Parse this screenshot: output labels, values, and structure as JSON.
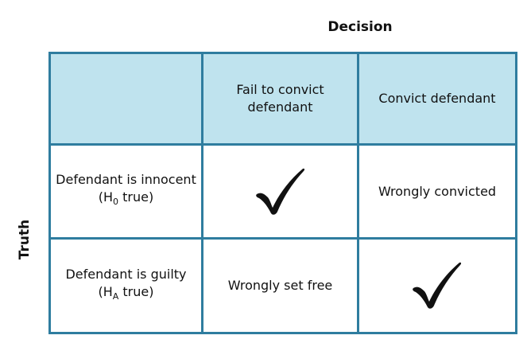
{
  "decision_label": "Decision",
  "truth_label": "Truth",
  "colors": {
    "header_fill": "#bfe3ee",
    "border": "#2f7d9f",
    "text": "#111111"
  },
  "columns": {
    "fail_to_convict_line1": "Fail to convict",
    "fail_to_convict_line2": "defendant",
    "convict": "Convict defendant"
  },
  "rows": {
    "innocent_line1": "Defendant is innocent",
    "innocent_line2_prefix": "(H",
    "innocent_subscript": "0",
    "innocent_line2_suffix": " true)",
    "guilty_line1": "Defendant is guilty",
    "guilty_line2_prefix": "(H",
    "guilty_subscript": "A",
    "guilty_line2_suffix": " true)"
  },
  "cells": {
    "innocent_fail": "check-icon",
    "innocent_convict": "Wrongly convicted",
    "guilty_fail": "Wrongly set free",
    "guilty_convict": "check-icon"
  }
}
